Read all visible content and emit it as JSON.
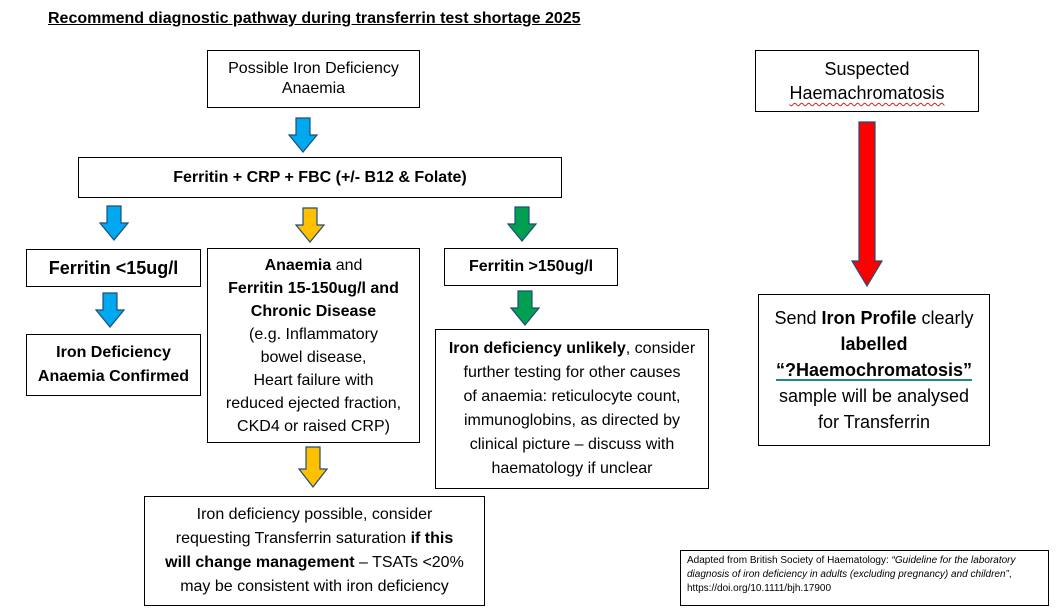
{
  "title": "Recommend diagnostic pathway during transferrin test shortage 2025",
  "colors": {
    "blue": "#00a8f0",
    "amber": "#ffc000",
    "green": "#00a050",
    "red": "#ff0000"
  },
  "nodes": {
    "start": {
      "line1": "Possible Iron Deficiency",
      "line2": "Anaemia"
    },
    "tests": "Ferritin + CRP + FBC (+/- B12 & Folate)",
    "low": "Ferritin <15ug/l",
    "confirmed": {
      "line1": "Iron Deficiency",
      "line2": "Anaemia Confirmed"
    },
    "mid": {
      "anaemia": "Anaemia",
      "and": " and",
      "ferritin": "Ferritin 15-150ug/l and",
      "chronic": "Chronic Disease",
      "e1": "(e.g. Inflammatory",
      "e2": "bowel disease,",
      "e3": "Heart failure with",
      "e4": "reduced ejected fraction,",
      "e5": "CKD4 or raised CRP)"
    },
    "high": "Ferritin >150ug/l",
    "unlikely": {
      "bold": "Iron deficiency unlikely",
      "l1": ", consider",
      "l2": "further testing for other causes",
      "l3": "of anaemia: reticulocyte count,",
      "l4": "immunoglobins, as directed by",
      "l5": "clinical picture – discuss with",
      "l6": "haematology if unclear"
    },
    "possible": {
      "l1": "Iron deficiency possible, consider",
      "l2a": "requesting Transferrin saturation ",
      "l2b": "if this",
      "l3a": "will change management",
      "l3b": " – TSATs <20%",
      "l4": "may be consistent with iron deficiency"
    },
    "haemo": {
      "line1": "Suspected",
      "line2": "Haemachromatosis"
    },
    "profile": {
      "p1": "Send ",
      "p2": "Iron Profile",
      "p3": " clearly",
      "p4": "labelled",
      "p5": "“?Haemochromatosis”",
      "p6": "sample will be analysed",
      "p7": "for Transferrin"
    }
  },
  "citation": {
    "a": "Adapted from British Society of Haematology: ",
    "b": "“Guideline for the laboratory diagnosis of iron deficiency in adults (excluding pregnancy) and children”",
    "c": ", https://doi.org/10.1111/bjh.17900"
  }
}
